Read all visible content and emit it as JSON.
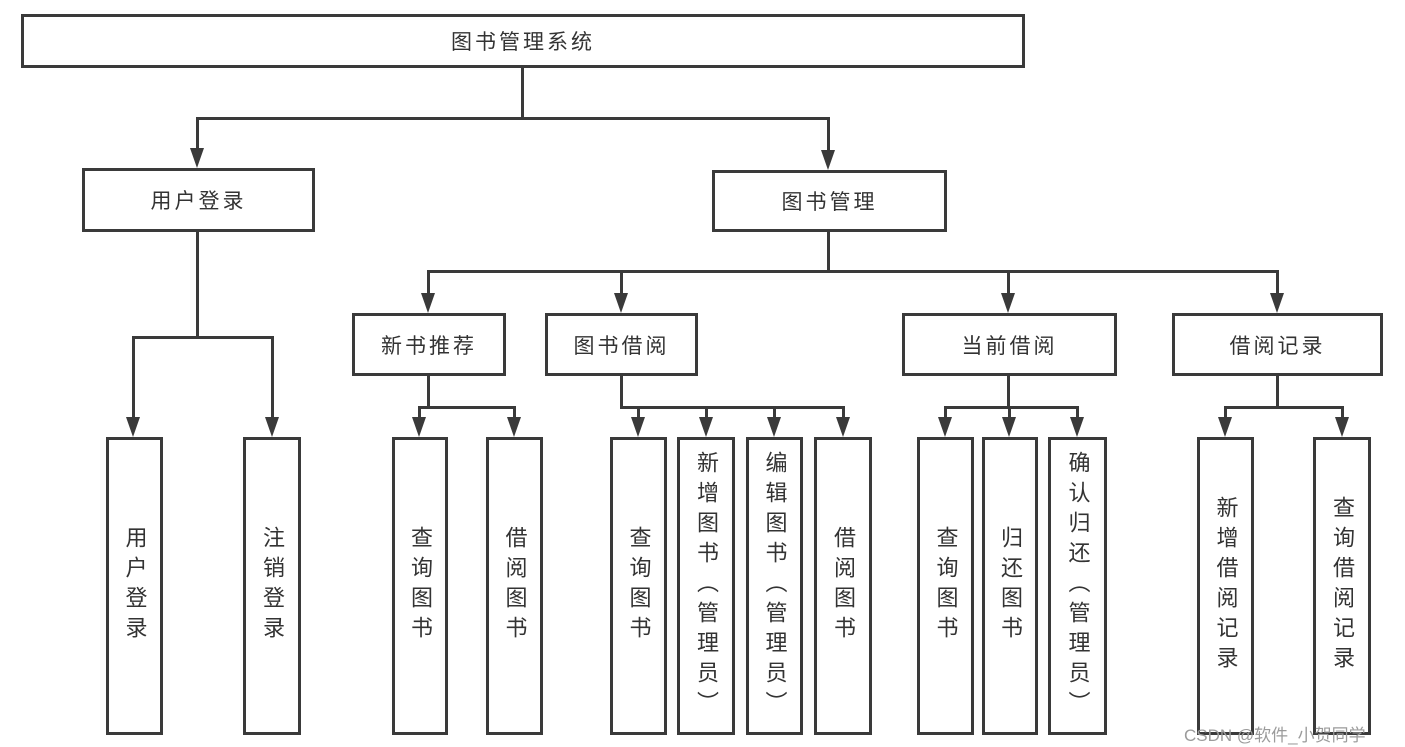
{
  "nodes": {
    "root": {
      "label": "图书管理系统"
    },
    "user_login": {
      "label": "用户登录"
    },
    "book_mgmt": {
      "label": "图书管理"
    },
    "new_book_rec": {
      "label": "新书推荐"
    },
    "book_borrow": {
      "label": "图书借阅"
    },
    "current_borrow": {
      "label": "当前借阅"
    },
    "borrow_record": {
      "label": "借阅记录"
    },
    "leaf_user_login": {
      "label": "用户登录"
    },
    "leaf_logout": {
      "label": "注销登录"
    },
    "leaf_rec_query_book": {
      "label": "查询图书"
    },
    "leaf_rec_borrow_book": {
      "label": "借阅图书"
    },
    "leaf_bb_query_book": {
      "label": "查询图书"
    },
    "leaf_bb_add_book": {
      "label": "新增图书（管理员）"
    },
    "leaf_bb_edit_book": {
      "label": "编辑图书（管理员）"
    },
    "leaf_bb_borrow_book": {
      "label": "借阅图书"
    },
    "leaf_cb_query_book": {
      "label": "查询图书"
    },
    "leaf_cb_return_book": {
      "label": "归还图书"
    },
    "leaf_cb_confirm_return": {
      "label": "确认归还（管理员）"
    },
    "leaf_br_add_record": {
      "label": "新增借阅记录"
    },
    "leaf_br_query_record": {
      "label": "查询借阅记录"
    }
  },
  "watermark": "CSDN @软件_小贺同学",
  "colors": {
    "line": "#3a3a3a",
    "text": "#333333",
    "watermark": "#9b9b9b",
    "background": "#ffffff"
  }
}
